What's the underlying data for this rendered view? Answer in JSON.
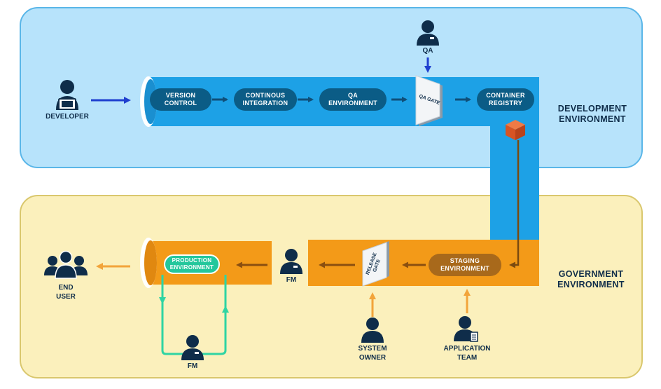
{
  "zones": {
    "development": "DEVELOPMENT\nENVIRONMENT",
    "government": "GOVERNMENT\nENVIRONMENT"
  },
  "stages": {
    "version_control": "VERSION\nCONTROL",
    "continuous_integration": "CONTINOUS\nINTEGRATION",
    "qa_environment": "QA\nENVIRONMENT",
    "container_registry": "CONTAINER\nREGISTRY",
    "staging_environment": "STAGING\nENVIRONMENT",
    "production_environment": "PRODUCTION\nENVIRONMENT"
  },
  "gates": {
    "qa_gate": "QA GATE",
    "release_gate": "RELEASE\nGATE"
  },
  "people": {
    "developer": "DEVELOPER",
    "qa": "QA",
    "fm_main": "FM",
    "fm_loop": "FM",
    "system_owner": "SYSTEM\nOWNER",
    "application_team": "APPLICATION\nTEAM",
    "end_user": "END\nUSER"
  },
  "colors": {
    "dev_pipe": "#1da1e6",
    "gov_pipe": "#f39a18",
    "dev_arrow": "#1f3fcf",
    "gov_arrow": "#f2a43a",
    "loop": "#2fd4a3",
    "person": "#0f2d4a",
    "container_box": "#e2622b"
  },
  "icons": {
    "person": "person-icon",
    "gate": "gate-panel-icon",
    "box": "container-box-icon"
  }
}
